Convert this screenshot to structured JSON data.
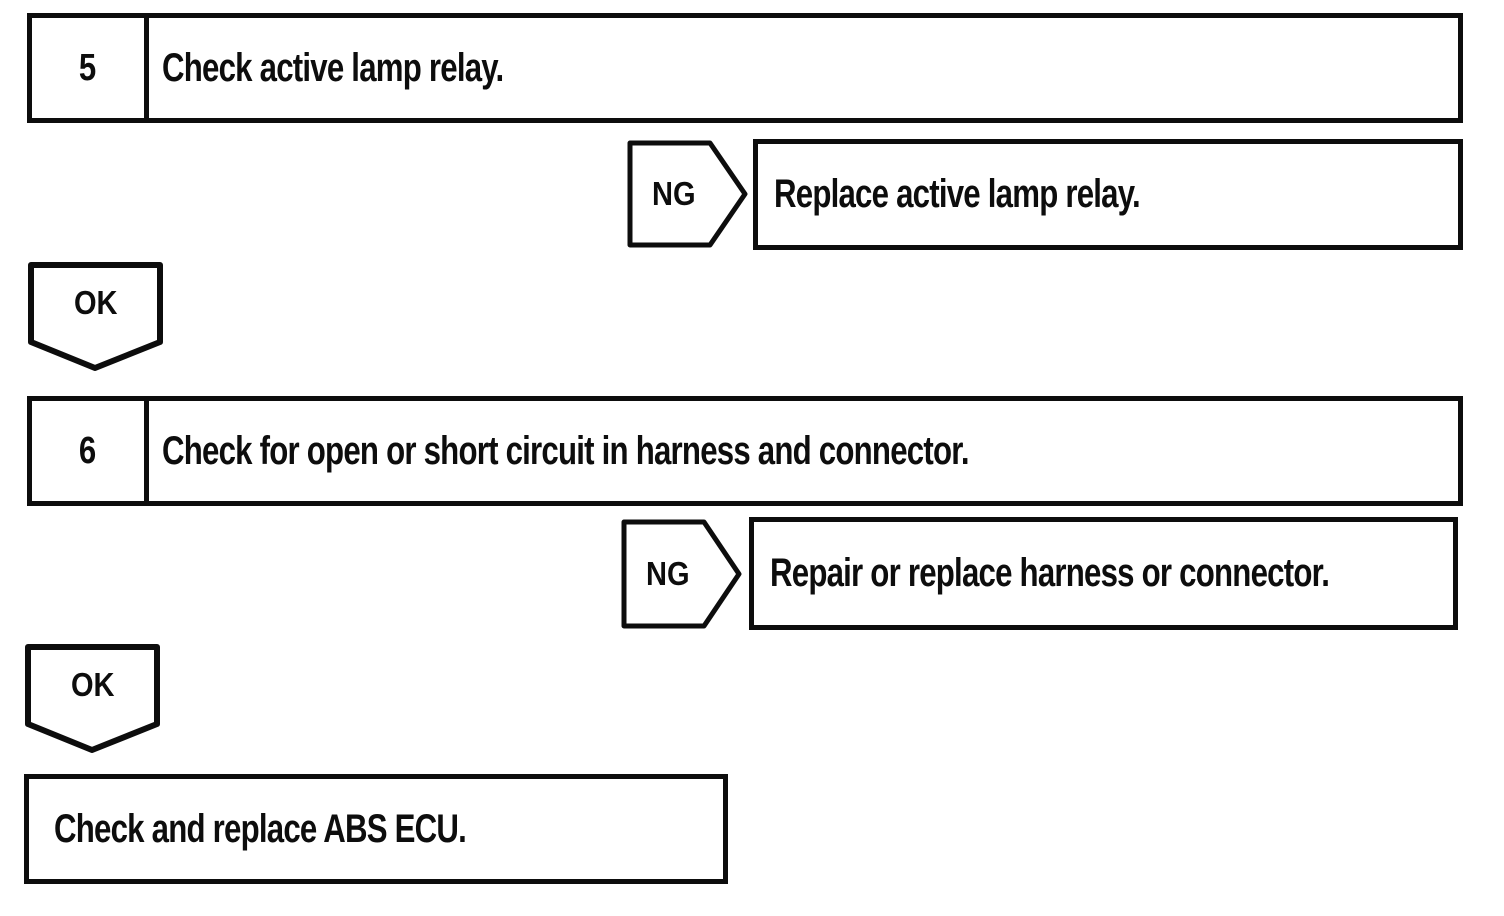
{
  "page": {
    "background": "#ffffff",
    "ink": "#0d0d0d",
    "kind": "troubleshooting-flowchart"
  },
  "flowchart": {
    "steps": [
      {
        "number": "5",
        "instruction": "Check active lamp relay.",
        "ng": {
          "label": "NG",
          "action": "Replace active lamp relay."
        },
        "ok": {
          "label": "OK"
        }
      },
      {
        "number": "6",
        "instruction": "Check for open or short circuit in harness and connector.",
        "ng": {
          "label": "NG",
          "action": "Repair or replace harness or connector."
        },
        "ok": {
          "label": "OK"
        }
      }
    ],
    "final_action": "Check and replace ABS ECU."
  }
}
